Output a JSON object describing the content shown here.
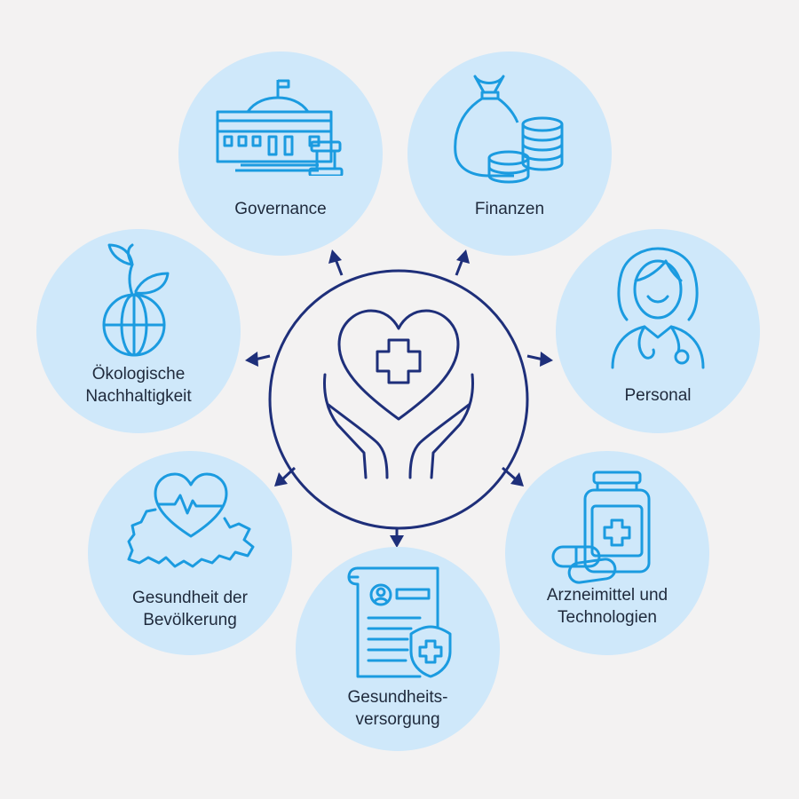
{
  "center": {
    "icon": "heart-hands-cross-icon",
    "ring_color": "#1e2f7a"
  },
  "colors": {
    "circle_fill": "#cfe8fa",
    "icon_stroke": "#1b9be0",
    "text": "#1f2a3c",
    "arrow": "#1e2f7a",
    "background": "#f3f2f2"
  },
  "nodes": [
    {
      "id": "governance",
      "icon": "government-building-gavel-icon",
      "lines": [
        "Governance"
      ]
    },
    {
      "id": "finanzen",
      "icon": "money-bag-coins-icon",
      "lines": [
        "Finanzen"
      ]
    },
    {
      "id": "personal",
      "icon": "health-worker-icon",
      "lines": [
        "Personal"
      ]
    },
    {
      "id": "arzneimittel",
      "icon": "medicine-bottle-pills-icon",
      "lines": [
        "Arzneimittel und",
        "Technologien"
      ]
    },
    {
      "id": "gesundheitsversorgung",
      "icon": "medical-record-shield-icon",
      "lines": [
        "Gesundheits-",
        "versorgung"
      ]
    },
    {
      "id": "bevoelkerung",
      "icon": "switzerland-map-heart-icon",
      "lines": [
        "Gesundheit der",
        "Bevölkerung"
      ]
    },
    {
      "id": "oekologie",
      "icon": "plant-globe-icon",
      "lines": [
        "Ökologische",
        "Nachhaltigkeit"
      ]
    }
  ]
}
